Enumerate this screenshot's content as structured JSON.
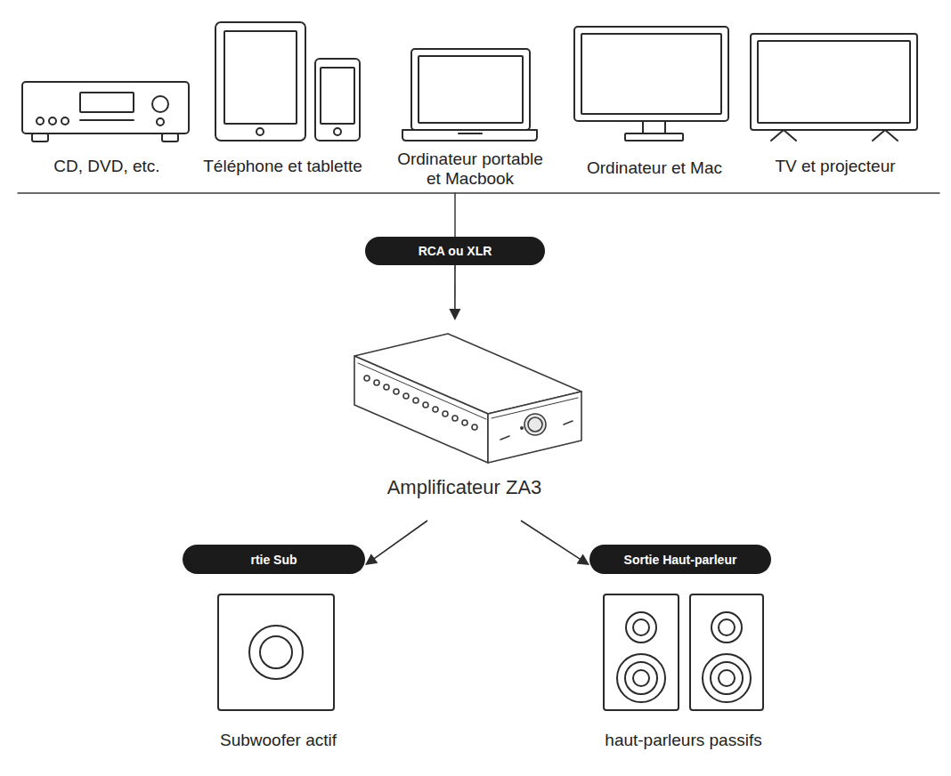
{
  "diagram": {
    "nodes": [
      {
        "text": [
          "CD, DVD, etc."
        ]
      },
      {
        "text": [
          "Téléphone et tablette"
        ]
      },
      {
        "text": [
          "Ordinateur portable et Macbook"
        ]
      },
      {
        "text": [
          "Ordinateur et Mac"
        ]
      },
      {
        "text": [
          "TV et projecteur"
        ]
      },
      {
        "text": [
          "RCA ou XLR"
        ]
      },
      {
        "text": [
          "Amplificateur ZA3"
        ]
      },
      {
        "text": [
          "rtie Sub"
        ]
      },
      {
        "text": [
          "Sortie Haut-parleur"
        ]
      },
      {
        "text": [
          "Subwoofer actif"
        ]
      },
      {
        "text": [
          "haut-parleurs passifs"
        ]
      }
    ],
    "edges": [
      {
        "from": 5,
        "to": 6,
        "arrow": "to"
      },
      {
        "from": 6,
        "to": 7,
        "arrow": "to"
      },
      {
        "from": 6,
        "to": 8,
        "arrow": "to"
      }
    ]
  }
}
